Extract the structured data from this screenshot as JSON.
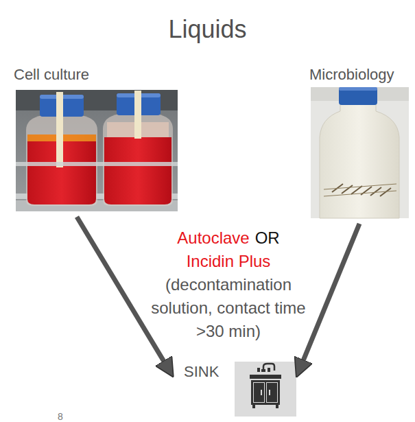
{
  "diagram": {
    "title": "Liquids",
    "nodes": [
      {
        "text": [
          "Cell culture"
        ]
      },
      {
        "text": [
          "Microbiology"
        ]
      },
      {
        "text": [
          "SINK"
        ]
      }
    ],
    "edges": [
      {
        "from": 0,
        "to": 2,
        "arrow": "to"
      },
      {
        "from": 1,
        "to": 2,
        "arrow": "to"
      }
    ],
    "labels": [
      "Autoclave",
      "OR",
      "Incidin Plus",
      "(decontamination solution, contact time >30 min)",
      "8"
    ]
  }
}
